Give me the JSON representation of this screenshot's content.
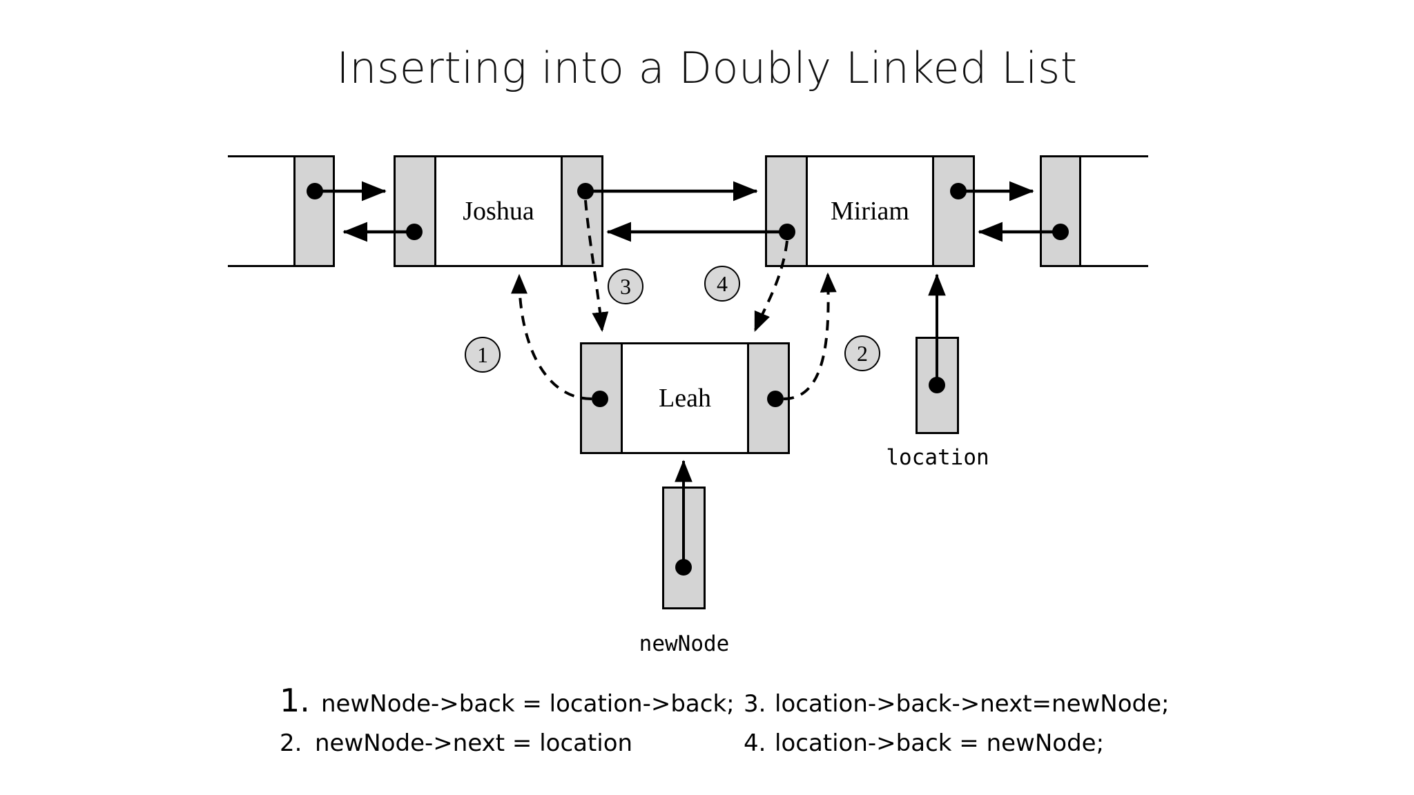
{
  "title": "Inserting into a Doubly Linked List",
  "nodes": {
    "joshua": {
      "label": "Joshua"
    },
    "miriam": {
      "label": "Miriam"
    },
    "leah": {
      "label": "Leah"
    }
  },
  "pointer_vars": [
    {
      "name": "location",
      "label": "location"
    },
    {
      "name": "newNode",
      "label": "newNode"
    }
  ],
  "steps": [
    {
      "id": "1",
      "circle": "1"
    },
    {
      "id": "2",
      "circle": "2"
    },
    {
      "id": "3",
      "circle": "3"
    },
    {
      "id": "4",
      "circle": "4"
    }
  ],
  "code": {
    "line1_num": "1.",
    "line1_text": "newNode->back = location->back;",
    "line2_num": "2.",
    "line2_text": "newNode->next = location",
    "line3_num": "3.",
    "line3_text": "location->back->next=newNode;",
    "line4_num": "4.",
    "line4_text": "location->back = newNode;"
  },
  "colors": {
    "pointer_cell_fill": "#d4d4d4",
    "data_cell_fill": "#ffffff",
    "stroke": "#000000",
    "background": "#ffffff",
    "circle_fill": "#d8d8d8"
  }
}
